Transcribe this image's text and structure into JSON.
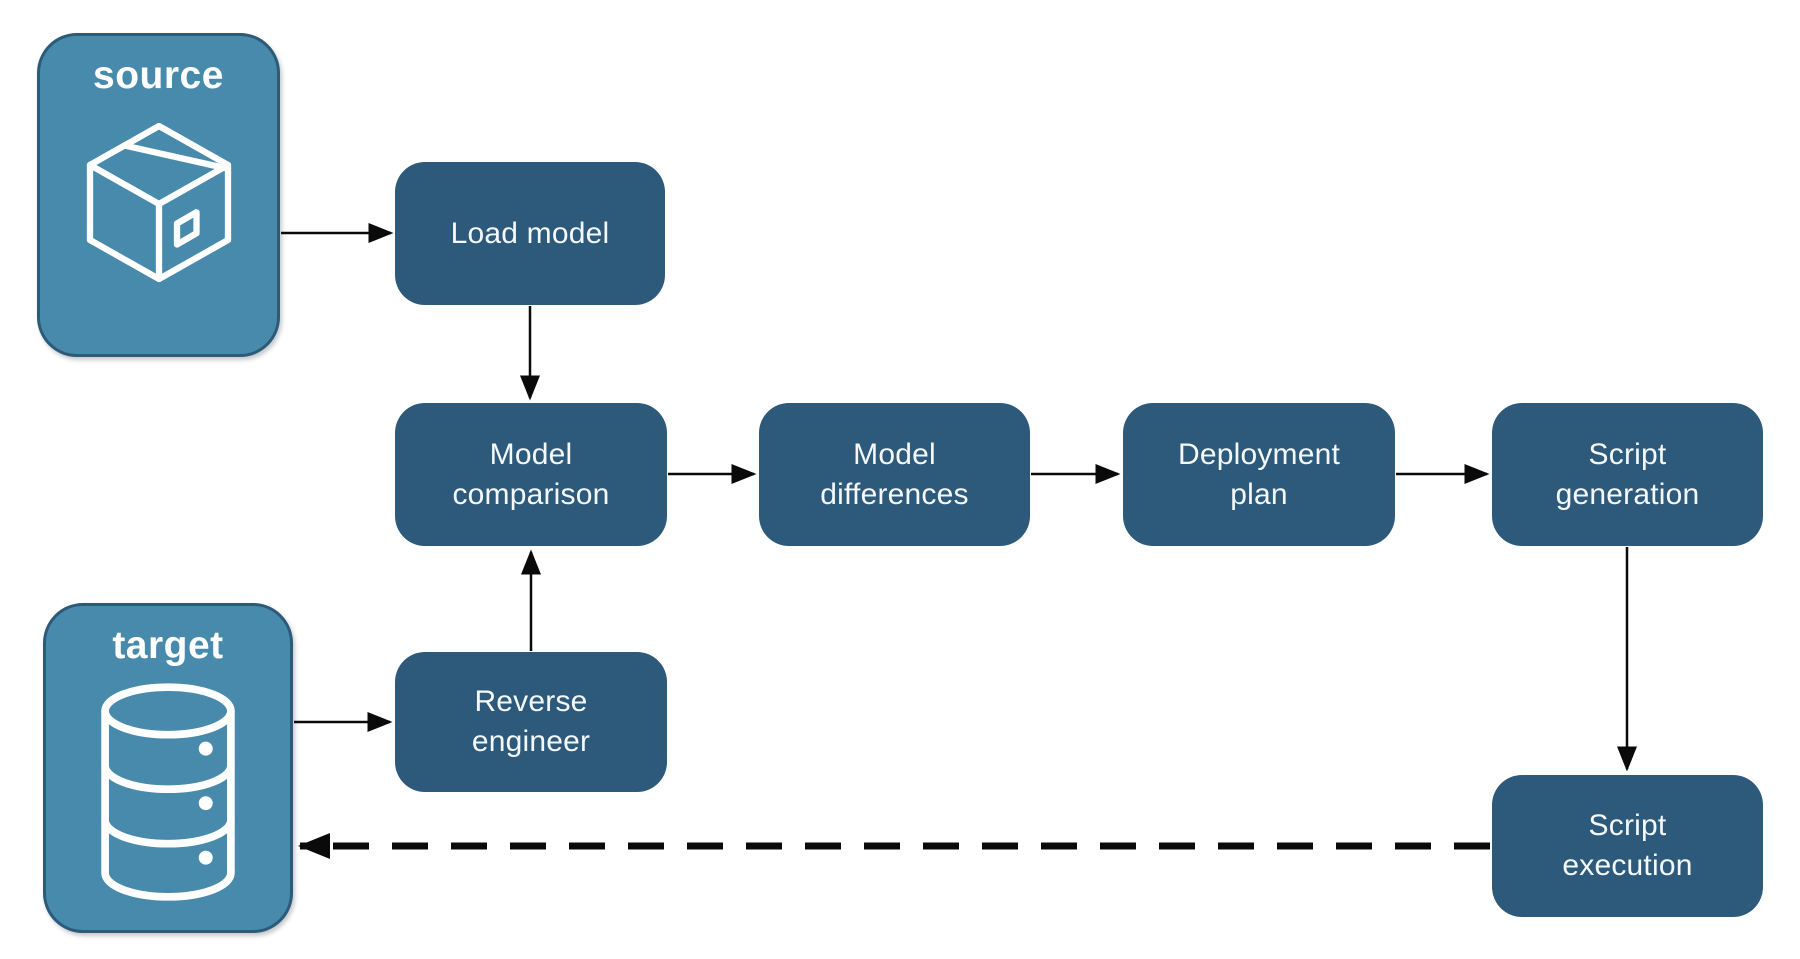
{
  "colors": {
    "node-dark": "#2d5a7b",
    "node-light": "#478aab",
    "node-light-border": "#2c5a77",
    "text-light": "#f4f8fb",
    "arrow": "#0a0a0a",
    "background": "#ffffff"
  },
  "diagram": {
    "endpoints": {
      "source": {
        "label": "source",
        "icon": "package-icon"
      },
      "target": {
        "label": "target",
        "icon": "database-icon"
      }
    },
    "steps": {
      "load_model": {
        "label": "Load model"
      },
      "model_comparison": {
        "label": "Model comparison"
      },
      "model_differences": {
        "label": "Model differences"
      },
      "deployment_plan": {
        "label": "Deployment plan"
      },
      "script_generation": {
        "label": "Script generation"
      },
      "reverse_engineer": {
        "label": "Reverse engineer"
      },
      "script_execution": {
        "label": "Script execution"
      }
    },
    "edges": [
      {
        "from": "source",
        "to": "load_model",
        "style": "solid"
      },
      {
        "from": "load_model",
        "to": "model_comparison",
        "style": "solid"
      },
      {
        "from": "model_comparison",
        "to": "model_differences",
        "style": "solid"
      },
      {
        "from": "model_differences",
        "to": "deployment_plan",
        "style": "solid"
      },
      {
        "from": "deployment_plan",
        "to": "script_generation",
        "style": "solid"
      },
      {
        "from": "script_generation",
        "to": "script_execution",
        "style": "solid"
      },
      {
        "from": "target",
        "to": "reverse_engineer",
        "style": "solid"
      },
      {
        "from": "reverse_engineer",
        "to": "model_comparison",
        "style": "solid"
      },
      {
        "from": "script_execution",
        "to": "target",
        "style": "dashed"
      }
    ]
  }
}
